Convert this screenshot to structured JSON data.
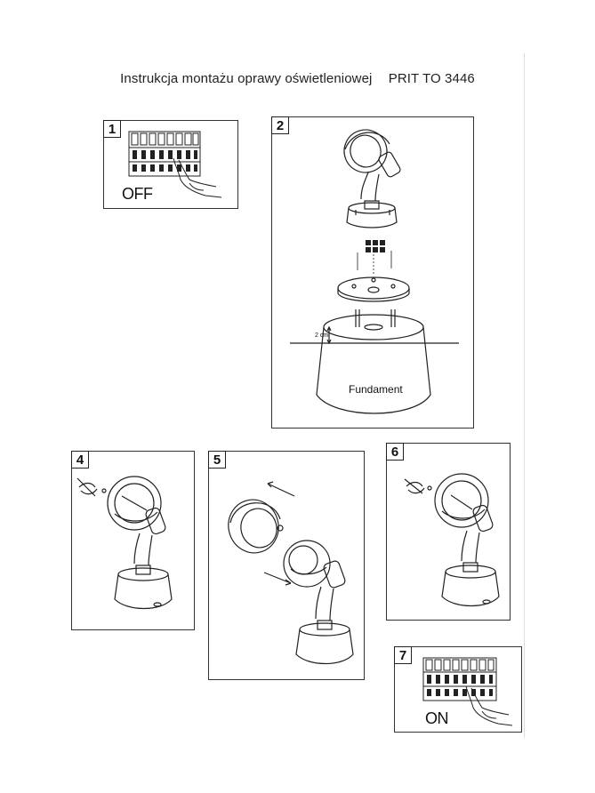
{
  "header": {
    "title": "Instrukcja montażu oprawy oświetleniowej",
    "product_code": "PRIT TO 3446"
  },
  "steps": [
    {
      "number": "1",
      "label": "OFF"
    },
    {
      "number": "2",
      "label": "Fundament",
      "dimension": "2 cm"
    },
    {
      "number": "4"
    },
    {
      "number": "5"
    },
    {
      "number": "6"
    },
    {
      "number": "7",
      "label": "ON"
    }
  ],
  "icons": [
    "breaker-panel-icon",
    "hand-icon",
    "spotlight-icon",
    "screwdriver-icon",
    "terminal-block-icon",
    "base-plate-icon",
    "foundation-icon",
    "arrow-icon"
  ]
}
